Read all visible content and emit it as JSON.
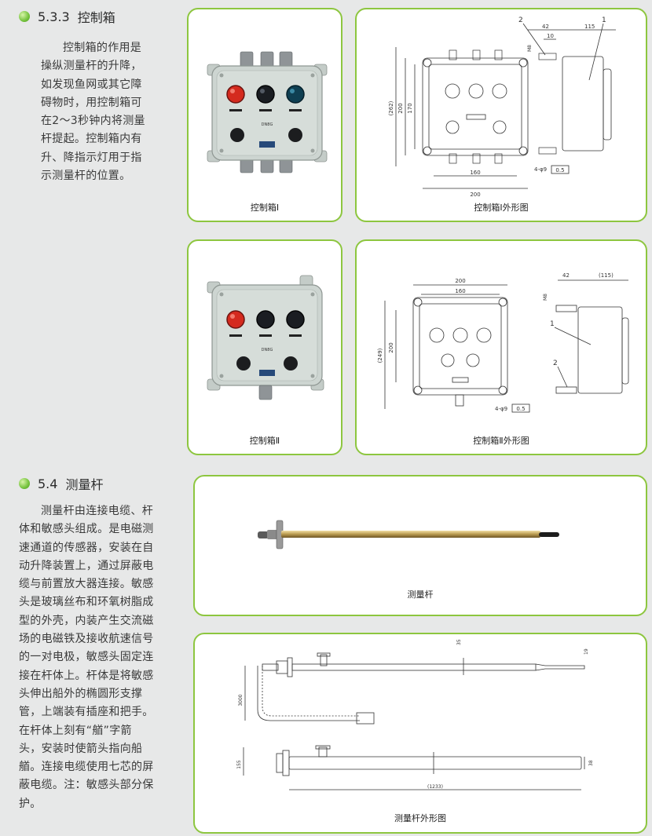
{
  "section1": {
    "number": "5.3.3",
    "title": "控制箱",
    "paragraph_lines": [
      "控制箱的作用是",
      "操纵测量杆的升降，",
      "如发现鱼网或其它障",
      "碍物时，用控制箱可",
      "在2～3秒钟内将测量",
      "杆提起。控制箱内有",
      "升、降指示灯用于指",
      "示测量杆的位置。"
    ],
    "photo1_caption": "控制箱Ⅰ",
    "drawing1_caption": "控制箱Ⅰ外形图",
    "photo2_caption": "控制箱Ⅱ",
    "drawing2_caption": "控制箱Ⅱ外形图",
    "box_label": "DN8G",
    "drawing1_dims": {
      "top1": "42",
      "top2": "10",
      "top3": "115",
      "left1": "(262)",
      "left2": "200",
      "left3": "170",
      "bottom1": "160",
      "bottom2": "200",
      "hole": "4-φ9",
      "tol": "0.5",
      "m": "M8",
      "callout1": "1",
      "callout2": "2"
    },
    "drawing2_dims": {
      "top1": "200",
      "top2": "160",
      "left1": "(249)",
      "left2": "200",
      "hole": "4-φ9",
      "tol": "0.5",
      "side_top1": "42",
      "side_top2": "(115)",
      "m": "M8",
      "callout1": "1",
      "callout2": "2"
    }
  },
  "section2": {
    "number": "5.4",
    "title": "测量杆",
    "paragraph_lines": [
      "测量杆由连接电缆、杆",
      "体和敏感头组成。是电磁测",
      "速通道的传感器，安装在自",
      "动升降装置上，通过屏蔽电",
      "缆与前置放大器连接。敏感",
      "头是玻璃丝布和环氧树脂成",
      "型的外壳，内装产生交流磁",
      "场的电磁铁及接收航速信号",
      "的一对电极，敏感头固定连",
      "接在杆体上。杆体是将敏感",
      "头伸出船外的椭圆形支撑",
      "管，上端装有插座和把手。",
      "在杆体上刻有“艏”字箭",
      "头，安装时使箭头指向船",
      "艏。连接电缆使用七芯的屏",
      "蔽电缆。注：敏感头部分保",
      "护。"
    ],
    "rod_photo_caption": "测量杆",
    "rod_drawing_caption": "测量杆外形图",
    "rod_dims": {
      "d1": "35",
      "d2": "19",
      "cable": "3000",
      "h": "155",
      "w": "38",
      "len": "(1233)"
    }
  },
  "colors": {
    "panel_border": "#8dc63f",
    "background": "#e7e8e8",
    "box_body": "#cfd6d2",
    "red_lamp": "#d42a1e",
    "dark_lamp": "#1a1d22",
    "teal_lamp": "#0f3f52"
  }
}
